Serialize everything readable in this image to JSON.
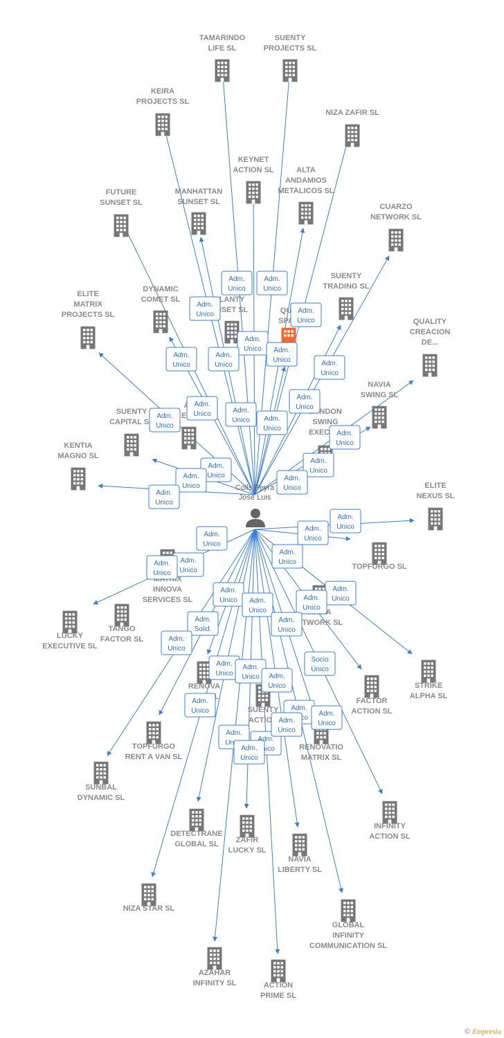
{
  "center": {
    "name_line1": "Colls Peyra",
    "name_line2": "Jose Luis",
    "icon": "person-icon"
  },
  "colors": {
    "edge": "#3a7fd4",
    "node_icon": "#777777",
    "highlight": "#f06a2c",
    "label": "#8a8a8a"
  },
  "nodes": [
    {
      "id": "tamarindo",
      "lines": [
        "TAMARINDO",
        "LIFE SL"
      ]
    },
    {
      "id": "suenty-projects",
      "lines": [
        "SUENTY",
        "PROJECTS SL"
      ]
    },
    {
      "id": "keira",
      "lines": [
        "KEIRA",
        "PROJECTS SL"
      ]
    },
    {
      "id": "niza-zafir",
      "lines": [
        "NIZA ZAFIR SL"
      ]
    },
    {
      "id": "keynet",
      "lines": [
        "KEYNET",
        "ACTION SL"
      ]
    },
    {
      "id": "alta-andamios",
      "lines": [
        "ALTA",
        "ANDAMIOS",
        "METALICOS SL"
      ]
    },
    {
      "id": "future-sunset",
      "lines": [
        "FUTURE",
        "SUNSET SL"
      ]
    },
    {
      "id": "manhattan-sunset",
      "lines": [
        "MANHATTAN",
        "SUNSET SL"
      ]
    },
    {
      "id": "cuarzo",
      "lines": [
        "CUARZO",
        "NETWORK SL"
      ]
    },
    {
      "id": "elite-matrix",
      "lines": [
        "ELITE",
        "MATRIX",
        "PROJECTS SL"
      ]
    },
    {
      "id": "dynamic-comet",
      "lines": [
        "DYNAMIC",
        "COMET SL"
      ]
    },
    {
      "id": "atlanty-sunset",
      "lines": [
        "LANTY",
        "NSET SL"
      ]
    },
    {
      "id": "quality-space",
      "lines": [
        "QUA",
        "SPAC"
      ]
    },
    {
      "id": "suenty-trading",
      "lines": [
        "SUENTY",
        "TRADING SL"
      ]
    },
    {
      "id": "quality-creacion",
      "lines": [
        "QUALITY",
        "CREACION",
        "DE..."
      ]
    },
    {
      "id": "navia-swing",
      "lines": [
        "NAVIA",
        "SWING SL"
      ]
    },
    {
      "id": "suenty-capital",
      "lines": [
        "SUENTY",
        "CAPITAL SL"
      ]
    },
    {
      "id": "al-ent",
      "lines": [
        "AL",
        "ENT"
      ]
    },
    {
      "id": "london-swing",
      "lines": [
        "LONDON",
        "SWING",
        "EXECUTI"
      ]
    },
    {
      "id": "kentia",
      "lines": [
        "KENTIA",
        "MAGNO SL"
      ]
    },
    {
      "id": "elite-nexus",
      "lines": [
        "ELITE",
        "NEXUS SL"
      ]
    },
    {
      "id": "topfurgo",
      "lines": [
        "TOPFURGO SL"
      ]
    },
    {
      "id": "matrix-innova",
      "lines": [
        "MATRIX",
        "INNOVA",
        "SERVICES SL"
      ]
    },
    {
      "id": "navia-network",
      "lines": [
        "NAVIA",
        "ETWORK SL"
      ]
    },
    {
      "id": "lucky-executive",
      "lines": [
        "LUCKY",
        "EXECUTIVE SL"
      ]
    },
    {
      "id": "tango-factor",
      "lines": [
        "TANGO",
        "FACTOR SL"
      ]
    },
    {
      "id": "strike-alpha",
      "lines": [
        "STRIKE",
        "ALPHA SL"
      ]
    },
    {
      "id": "renova",
      "lines": [
        "RENOVA",
        "PR     S SL"
      ]
    },
    {
      "id": "factor-action",
      "lines": [
        "FACTOR",
        "ACTION SL"
      ]
    },
    {
      "id": "suenty-action",
      "lines": [
        "SUENTY",
        "ACTION"
      ]
    },
    {
      "id": "topfurgo-rent",
      "lines": [
        "TOPFURGO",
        "RENT A VAN SL"
      ]
    },
    {
      "id": "renovatio",
      "lines": [
        "RENOVATIO",
        "MATRIX SL"
      ]
    },
    {
      "id": "sunbal",
      "lines": [
        "SUNBAL",
        "DYNAMIC SL"
      ]
    },
    {
      "id": "infinity-action",
      "lines": [
        "INFINITY",
        "ACTION SL"
      ]
    },
    {
      "id": "detectrane",
      "lines": [
        "DETECTRANE",
        "GLOBAL  SL"
      ]
    },
    {
      "id": "zafir-lucky",
      "lines": [
        "ZAFIR",
        "LUCKY SL"
      ]
    },
    {
      "id": "navia-liberty",
      "lines": [
        "NAVIA",
        "LIBERTY SL"
      ]
    },
    {
      "id": "niza-star",
      "lines": [
        "NIZA STAR SL"
      ]
    },
    {
      "id": "global-infinity",
      "lines": [
        "GLOBAL",
        "INFINITY",
        "COMMUNICATION SL"
      ]
    },
    {
      "id": "azahar",
      "lines": [
        "AZAHAR",
        "INFINITY SL"
      ]
    },
    {
      "id": "action-prime",
      "lines": [
        "ACTION",
        "PRIME SL"
      ]
    }
  ],
  "edge_labels": [
    [
      "Adm.",
      "Unico"
    ],
    [
      "Adm.",
      "Unico"
    ],
    [
      "Adm.",
      "Unico"
    ],
    [
      "Adm.",
      "Unico"
    ],
    [
      "Adm.",
      "Unico"
    ],
    [
      "Adm.",
      "Unico"
    ],
    [
      "Adm.",
      "Unico"
    ],
    [
      "Adm.",
      "Unico"
    ],
    [
      "Adm.",
      "Unico"
    ],
    [
      "Adm.",
      "Unico"
    ],
    [
      "Adm.",
      "Unico"
    ],
    [
      "Adm.",
      "Unico"
    ],
    [
      "Adm.",
      "Unico"
    ],
    [
      "Adm.",
      "Unico"
    ],
    [
      "Adm.",
      "Unico"
    ],
    [
      "Adm.",
      "Unico"
    ],
    [
      "Adm.",
      "Unico"
    ],
    [
      "Adm.",
      "Unico"
    ],
    [
      "Adm.",
      "Unico"
    ],
    [
      "Adm.",
      "Unico"
    ],
    [
      "Adm.",
      "Unico"
    ],
    [
      "Adm.",
      "Unico"
    ],
    [
      "Adm.",
      "Unico"
    ],
    [
      "Adm.",
      "Unico"
    ],
    [
      "Adm.",
      "Unico"
    ],
    [
      "Adm.",
      "Unico"
    ],
    [
      "Adm.",
      "Unico"
    ],
    [
      "Adm.",
      "Unico"
    ],
    [
      "Adm.",
      "Unico"
    ],
    [
      "Adm.",
      "Solid."
    ],
    [
      "Adm.",
      "Unico"
    ],
    [
      "Adm.",
      "Unico"
    ],
    [
      "Adm.",
      "Unico"
    ],
    [
      "Adm.",
      "Unico"
    ],
    [
      "Adm.",
      "Unico"
    ],
    [
      "Adm.",
      "Unico"
    ],
    [
      "Socio",
      "Único"
    ],
    [
      "Adm.",
      "Unico"
    ],
    [
      "Adm.",
      "Unico"
    ],
    [
      "Adm.",
      "Unico"
    ],
    [
      "Adm.",
      "Unico"
    ],
    [
      "Adm.",
      "Unico"
    ],
    [
      "Adm.",
      "Unico"
    ],
    [
      "Adm.",
      "Unico"
    ]
  ],
  "footer": {
    "copyright": "©",
    "brand": "Empresia"
  }
}
